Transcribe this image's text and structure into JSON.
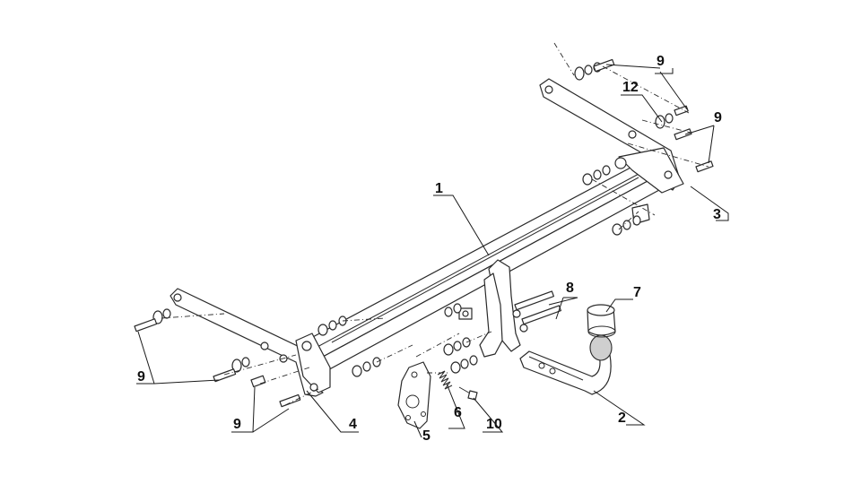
{
  "callouts": {
    "c1": "1",
    "c2": "2",
    "c3": "3",
    "c4": "4",
    "c5": "5",
    "c6": "6",
    "c7": "7",
    "c8": "8",
    "c9_top": "9",
    "c9_right": "9",
    "c9_left_mid": "9",
    "c9_left_bottom": "9",
    "c10": "10",
    "c12": "12"
  }
}
